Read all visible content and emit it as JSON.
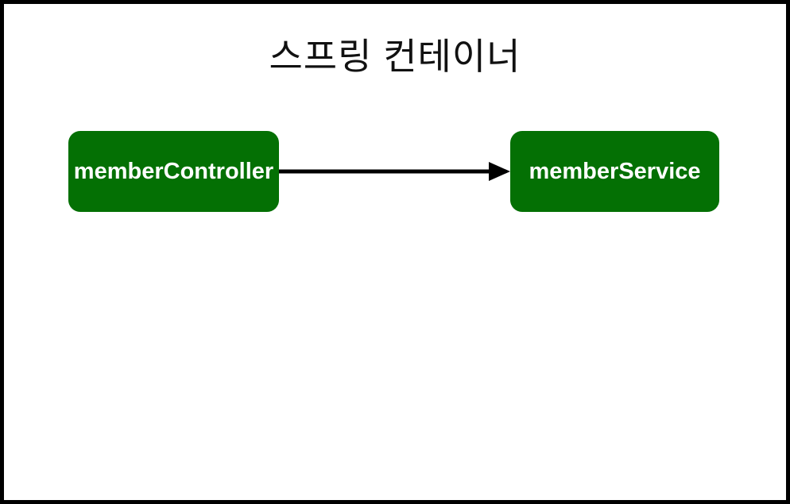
{
  "diagram": {
    "title": "스프링 컨테이너",
    "nodes": [
      {
        "id": "memberController",
        "label": "memberController"
      },
      {
        "id": "memberService",
        "label": "memberService"
      }
    ],
    "edges": [
      {
        "from": "memberController",
        "to": "memberService",
        "type": "solid-arrow"
      }
    ],
    "colors": {
      "node_fill": "#047004",
      "node_text": "#ffffff",
      "edge": "#000000",
      "frame_border": "#000000",
      "background": "#ffffff"
    }
  }
}
